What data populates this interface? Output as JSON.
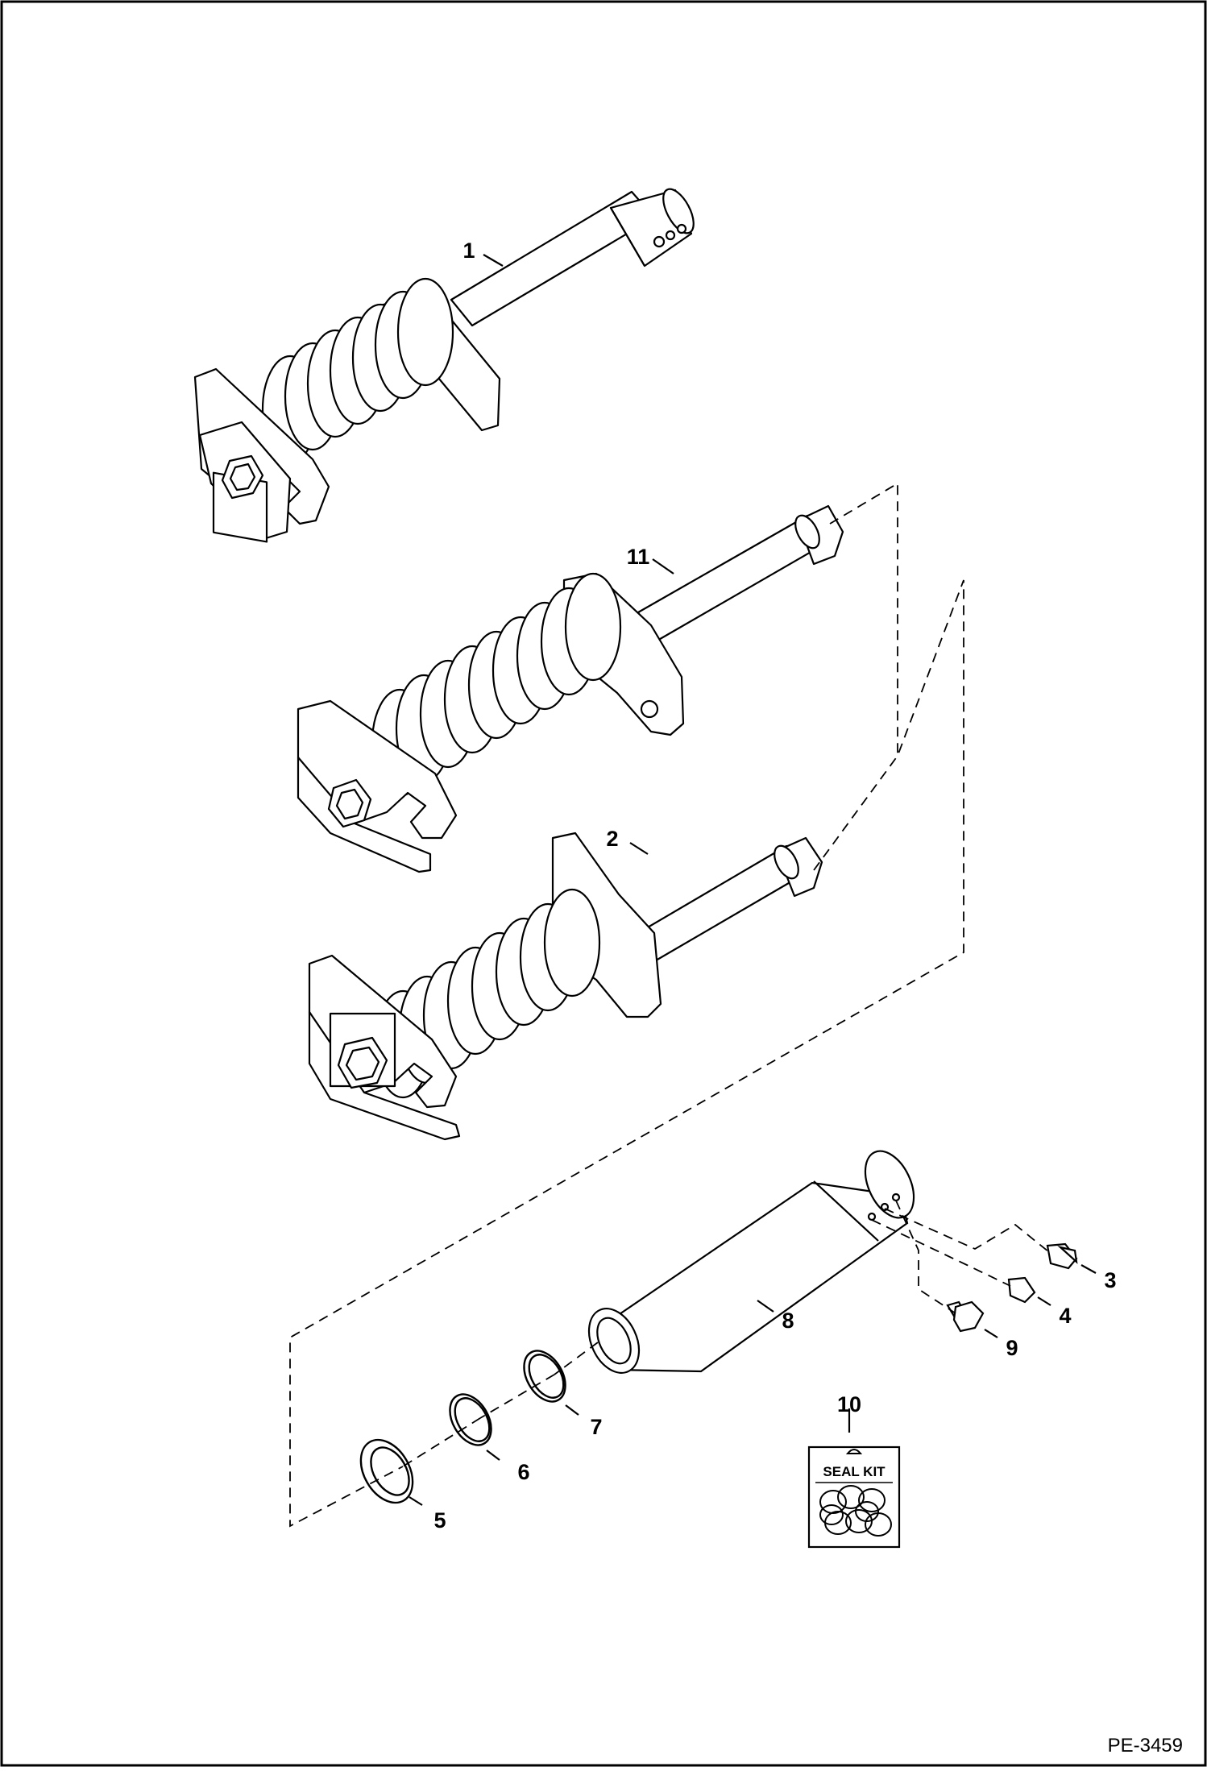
{
  "diagram": {
    "callouts": [
      "1",
      "11",
      "2",
      "3",
      "4",
      "9",
      "8",
      "10",
      "7",
      "6",
      "5"
    ],
    "seal_kit_label": "SEAL KIT",
    "reference": "PE-3459"
  }
}
